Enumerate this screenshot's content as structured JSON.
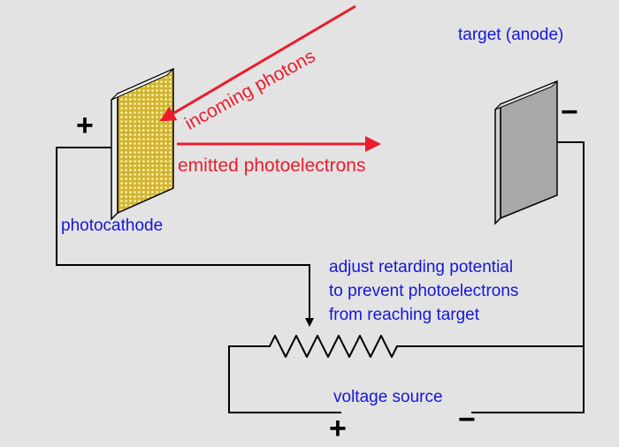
{
  "labels": {
    "target": "target (anode)",
    "incoming": "incoming photons",
    "emitted": "emitted photoelectrons",
    "photocathode": "photocathode",
    "adjust": "adjust retarding potential\nto prevent photoelectrons\nfrom reaching target",
    "voltage_source": "voltage source"
  },
  "signs": {
    "cathode_plus": "+",
    "anode_minus": "−",
    "source_plus": "+",
    "source_minus": "−"
  },
  "colors": {
    "background": "#e3e3e3",
    "label_blue": "#1616d8",
    "arrow_red": "#ec1c2d",
    "cathode_fill": "#d2b432",
    "anode_fill": "#a8a8a8",
    "wire": "#000000"
  }
}
